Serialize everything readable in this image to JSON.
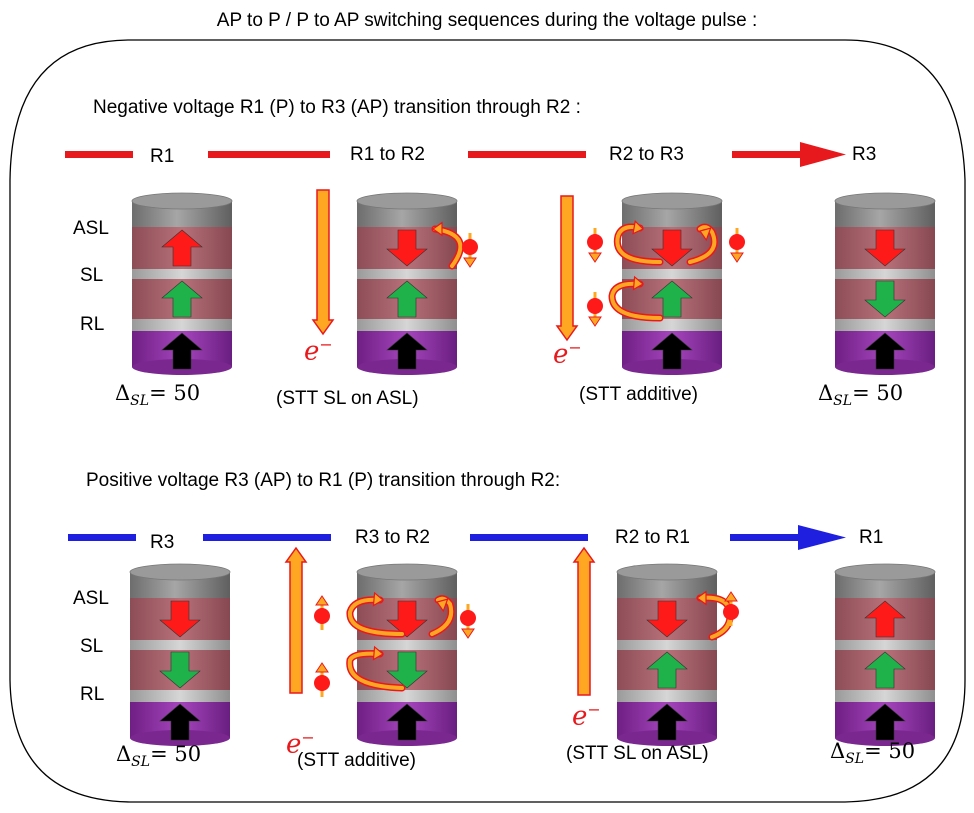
{
  "title": "AP to P / P to AP switching sequences during  the voltage pulse :",
  "colors": {
    "negative_line": "#e8191c",
    "positive_line": "#1f1fe0",
    "asl_layer": "#a9616b",
    "sl_layer": "#a9616b",
    "rl_layer": "#8e2fa5",
    "cap": "#8c8c8c",
    "spacer": "#b9b9b9",
    "arrow_up_red": "#ff1a1a",
    "arrow_green": "#1fb14a",
    "arrow_black": "#000000",
    "electron_arrow": "#ffa722"
  },
  "negative": {
    "heading": "Negative voltage R1 (P)  to R3 (AP) transition through R2 :",
    "states": [
      "R1",
      "R1 to R2",
      "R2 to R3",
      "R3"
    ],
    "layer_labels": [
      "ASL",
      "SL",
      "RL"
    ],
    "captions": [
      "(STT SL on ASL)",
      "(STT additive)"
    ],
    "delta_left": "50",
    "delta_right": "50",
    "electron": "e"
  },
  "positive": {
    "heading": "Positive voltage R3 (AP)  to R1 (P)  transition through R2:",
    "states": [
      "R3",
      "R3 to R2",
      "R2 to R1",
      "R1"
    ],
    "layer_labels": [
      "ASL",
      "SL",
      "RL"
    ],
    "captions": [
      "(STT additive)",
      "(STT SL on ASL)"
    ],
    "delta_left": "50",
    "delta_right": "50",
    "electron": "e"
  },
  "delta_symbol": "Δ",
  "delta_sub": "SL",
  "delta_eq": "= ",
  "minus": "−"
}
